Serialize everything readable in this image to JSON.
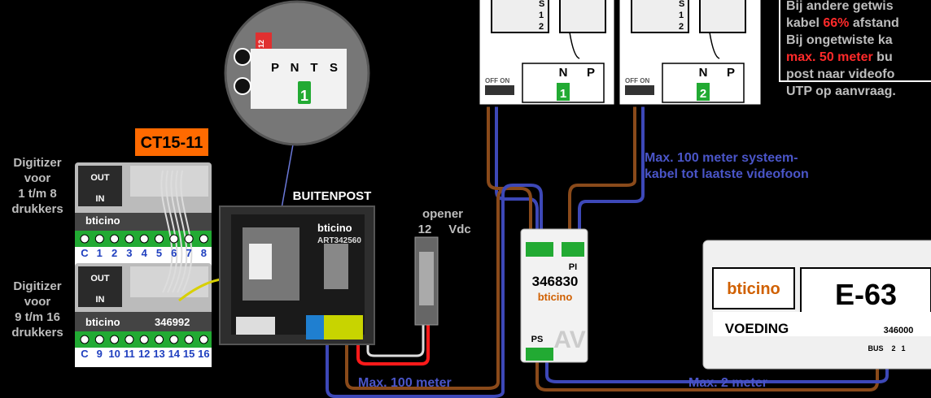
{
  "labels": {
    "digitizer1": [
      "Digitizer",
      "voor",
      "1 t/m 8",
      "drukkers"
    ],
    "digitizer2": [
      "Digitizer",
      "voor",
      "9 t/m 16",
      "drukkers"
    ],
    "ct_badge": "CT15-11",
    "out": "OUT",
    "in": "IN",
    "brand": "bticino",
    "part_346992": "346992",
    "row1_terminals": [
      "C",
      "1",
      "2",
      "3",
      "4",
      "5",
      "6",
      "7",
      "8"
    ],
    "row2_terminals": [
      "C",
      "9",
      "10",
      "11",
      "12",
      "13",
      "14",
      "15",
      "16"
    ],
    "buitenpost_title": "BUITENPOST",
    "art_number": "ART342560",
    "zoom_terms": [
      "P",
      "N",
      "T",
      "S"
    ],
    "zoom_one": "1",
    "zoom_twelve": "12",
    "opener": "opener",
    "opener_voltage": [
      "12",
      "Vdc"
    ],
    "av_model": "346830",
    "av_pi": "PI",
    "av_ps": "PS",
    "av_big": "AV",
    "supply_name": "E-63",
    "supply_label": "VOEDING",
    "supply_part": "346000",
    "supply_bus": [
      "BUS",
      "2",
      "1"
    ],
    "phone_terms": [
      "S",
      "1",
      "2"
    ],
    "phone_np": [
      "N",
      "P"
    ],
    "phone_off_on": "OFF ON",
    "phone1_num": "1",
    "phone2_num": "2",
    "max100_system": [
      "Max. 100 meter systeem-",
      "kabel tot laatste videofoon"
    ],
    "max100": "Max. 100 meter",
    "max2": "Max. 2 meter",
    "note_lines": [
      "Bij andere getwis",
      "kabel ",
      "66%",
      " afstand",
      "Bij ongetwiste ka",
      "max. 50 meter",
      " bu",
      "post naar videofo",
      "UTP op aanvraag."
    ]
  },
  "colors": {
    "blue_wire": "#3d48b8",
    "brown_wire": "#8a4a1a",
    "red_wire": "#ff1a1a",
    "yellow_wire": "#d8d000",
    "green": "#22aa33",
    "orange": "#ff6a00"
  }
}
